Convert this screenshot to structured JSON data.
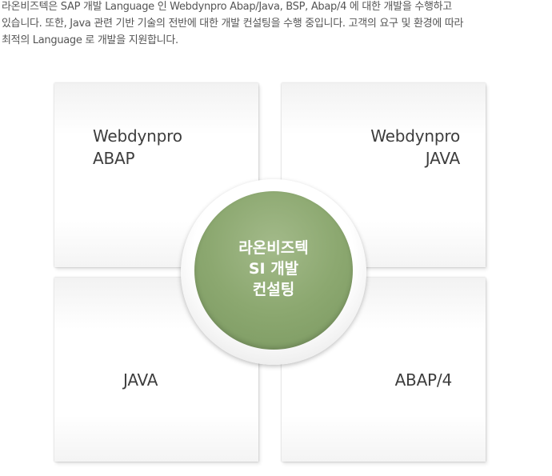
{
  "intro": {
    "lines": [
      "라온비즈텍은 SAP 개발 Language  인 Webdynpro  Abap/Java, BSP, Abap/4 에 대한 개발을 수행하고",
      "있습니다. 또한, Java 관련 기반 기술의 전반에 대한 개발 컨설팅을 수행 중입니다. 고객의 요구 및 환경에 따라",
      "최적의 Language 로 개발을 지원합니다."
    ]
  },
  "diagram": {
    "quadrants": {
      "top_left": [
        "Webdynpro",
        "ABAP"
      ],
      "top_right": [
        "Webdynpro",
        "JAVA"
      ],
      "bottom_left": [
        "JAVA"
      ],
      "bottom_right": [
        "ABAP/4"
      ]
    },
    "center": {
      "lines": [
        "라온비즈텍",
        "SI 개발",
        "컨설팅"
      ],
      "color": "#8ca870"
    }
  }
}
